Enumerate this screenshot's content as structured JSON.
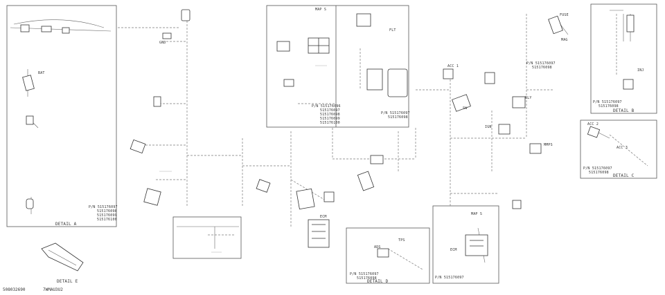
{
  "document": {
    "reference_code": "508032690",
    "drawing_code": "7WMAU3U2"
  },
  "detail_labels": {
    "detail_a": "DETAIL A",
    "detail_b": "DETAIL B",
    "detail_c": "DETAIL C",
    "detail_d": "DETAIL D",
    "detail_e": "DETAIL E"
  },
  "connector_labels": {
    "map_s": "MAP S",
    "map_s2": "MAP S",
    "tps": "TPS",
    "ecm": "ECM",
    "ecm2": "ECM",
    "ads": "ADS",
    "acc1": "ACC 1",
    "acc2": "ACC 2",
    "acc3": "ACC 3",
    "ign": "IGN",
    "mag": "MAG",
    "inj": "INJ",
    "rly": "RLY",
    "fuse": "FUSE",
    "mmps": "MMPS",
    "gnd": "GND",
    "bat": "BAT",
    "sw": "SW",
    "flt": "FLT"
  },
  "part_numbers": {
    "block_left": [
      "P/N 515176097",
      "515176098",
      "515176099",
      "515176100"
    ],
    "block_center_top": [
      "P/N 515176096",
      "515176097",
      "515176098",
      "515176099",
      "515176100"
    ],
    "block_center_right": [
      "P/N 515176097",
      "515176098"
    ],
    "block_right_top": [
      "P/N 515176097",
      "515176098"
    ],
    "block_right_mid": [
      "P/N 515176097",
      "515176098"
    ],
    "block_right_box": [
      "P/N 515176097",
      "515176098"
    ],
    "block_bottom": [
      "P/N 515176097",
      "515176098"
    ],
    "block_bottom_right": [
      "P/N 515176097"
    ]
  }
}
